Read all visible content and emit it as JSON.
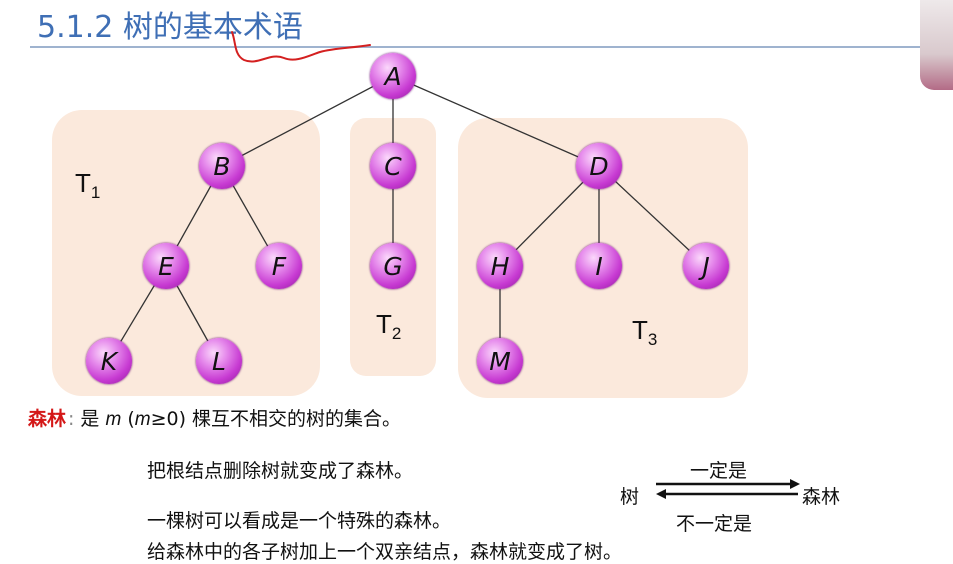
{
  "title": "5.1.2 树的基本术语",
  "nodes": {
    "A": "A",
    "B": "B",
    "C": "C",
    "D": "D",
    "E": "E",
    "F": "F",
    "G": "G",
    "H": "H",
    "I": "I",
    "J": "J",
    "K": "K",
    "L": "L",
    "M": "M"
  },
  "subtrees": [
    {
      "name": "T",
      "sub": "1"
    },
    {
      "name": "T",
      "sub": "2"
    },
    {
      "name": "T",
      "sub": "3"
    }
  ],
  "definition": {
    "term": "森林",
    "colon": ":",
    "before": "是 ",
    "var": "m",
    "paren_open": " (",
    "paren_var": "m",
    "condition": "≥0)",
    "after": " 棵互不相交的树的集合。"
  },
  "lines": [
    "把根结点删除树就变成了森林。",
    "一棵树可以看成是一个特殊的森林。",
    "给森林中的各子树加上一个双亲结点，森林就变成了树。"
  ],
  "relation": {
    "left": "树",
    "right": "森林",
    "top_label": "一定是",
    "bottom_label": "不一定是"
  },
  "colors": {
    "title": "#3f6fb5",
    "term": "#d41818",
    "panel": "#fbe9dc",
    "node": "#c73ad2"
  }
}
